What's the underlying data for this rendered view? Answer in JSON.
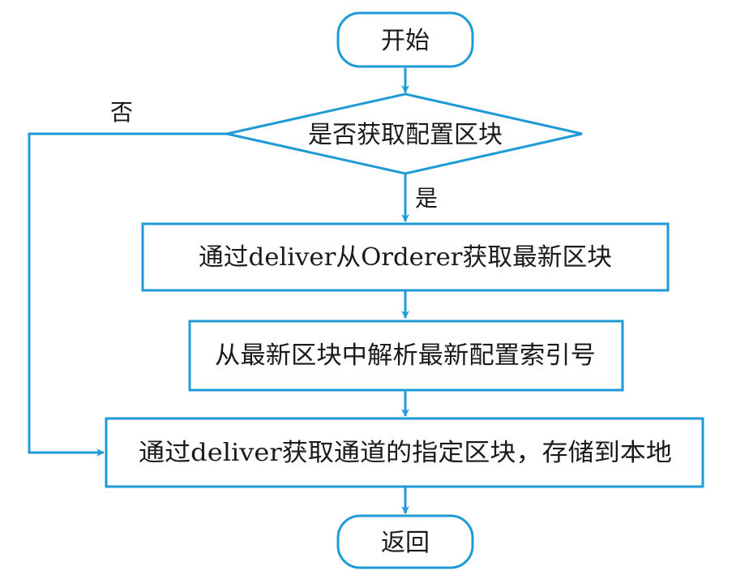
{
  "diagram": {
    "type": "flowchart",
    "colors": {
      "stroke": "#1E9AD6",
      "text": "#1a1a1a",
      "background": "#ffffff"
    },
    "nodes": {
      "start": {
        "shape": "terminator",
        "label": "开始"
      },
      "decision": {
        "shape": "decision",
        "label": "是否获取配置区块"
      },
      "step1": {
        "shape": "process",
        "label": "通过deliver从Orderer获取最新区块"
      },
      "step2": {
        "shape": "process",
        "label": "从最新区块中解析最新配置索引号"
      },
      "step3": {
        "shape": "process",
        "label": "通过deliver获取通道的指定区块，存储到本地"
      },
      "end": {
        "shape": "terminator",
        "label": "返回"
      }
    },
    "branches": {
      "yes": "是",
      "no": "否"
    },
    "edges": [
      {
        "from": "start",
        "to": "decision"
      },
      {
        "from": "decision",
        "to": "step1",
        "label": "是"
      },
      {
        "from": "decision",
        "to": "step3",
        "label": "否"
      },
      {
        "from": "step1",
        "to": "step2"
      },
      {
        "from": "step2",
        "to": "step3"
      },
      {
        "from": "step3",
        "to": "end"
      }
    ]
  }
}
